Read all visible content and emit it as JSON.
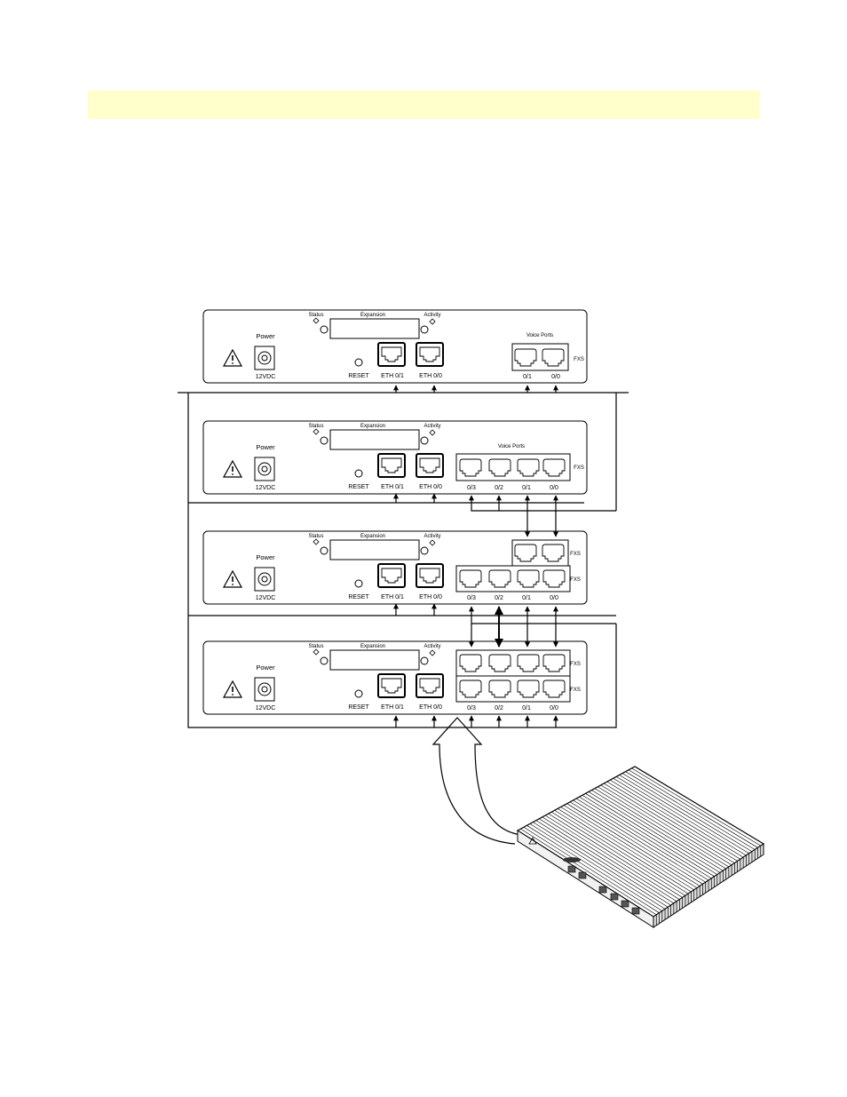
{
  "panel_labels": {
    "power": "Power",
    "volt": "12VDC",
    "status": "Status",
    "expansion": "Expansion",
    "activity": "Activity",
    "reset": "RESET",
    "eth1": "ETH 0/1",
    "eth0": "ETH 0/0",
    "voice_ports": "Voice Ports",
    "fxs": "FXS"
  },
  "voice_port_labels": [
    "0/3",
    "0/2",
    "0/1",
    "0/0"
  ],
  "units": [
    {
      "id": "unit-1",
      "voice_ports": 2,
      "fxs_rows": 1
    },
    {
      "id": "unit-2",
      "voice_ports": 4,
      "fxs_rows": 1
    },
    {
      "id": "unit-3",
      "voice_ports": 4,
      "fxs_rows": 2
    },
    {
      "id": "unit-4",
      "voice_ports": 4,
      "fxs_rows": 2
    }
  ],
  "colors": {
    "header_bar": "#ffffcc",
    "stroke": "#000000"
  }
}
